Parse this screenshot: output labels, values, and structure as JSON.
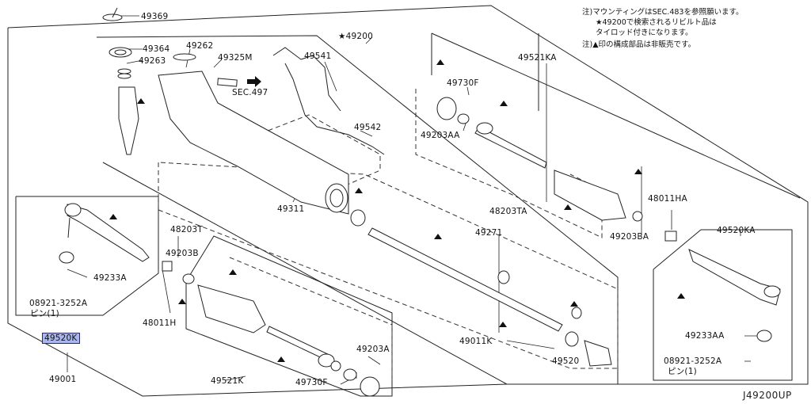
{
  "diagram_id": "J49200UP",
  "notes": {
    "line1": "注)マウンティングはSEC.483を参照願います。",
    "line2": "★49200で検索されるリビルト品は",
    "line3": "タイロッド付きになります。",
    "line4": "注)▲印の構成部品は非販売です。"
  },
  "parts": {
    "p49369": "49369",
    "p49364": "49364",
    "p49263": "49263",
    "p49262": "49262",
    "p49325M": "49325M",
    "sec497": "SEC.497",
    "p49200": "★49200",
    "p49541": "49541",
    "p49542": "49542",
    "p49311": "49311",
    "p49730F_top": "49730F",
    "p49521KA": "49521KA",
    "p49203AA": "49203AA",
    "p48203TA": "48203TA",
    "p48011HA": "48011HA",
    "p49203BA": "49203BA",
    "p49520KA": "49520KA",
    "p49233AA": "49233AA",
    "p08921A_right": "08921-3252A",
    "pin_right": "ピン(1)",
    "p49271": "49271",
    "p49011K": "49011K",
    "p49520": "49520",
    "p48203T": "48203T",
    "p49203B": "49203B",
    "p48011H": "48011H",
    "p49233A": "49233A",
    "p08921A_left": "08921-3252A",
    "pin_left": "ピン(1)",
    "p49520K": "49520K",
    "p49001": "49001",
    "p49521K": "49521K",
    "p49203A": "49203A",
    "p49730F_bottom": "49730F"
  }
}
